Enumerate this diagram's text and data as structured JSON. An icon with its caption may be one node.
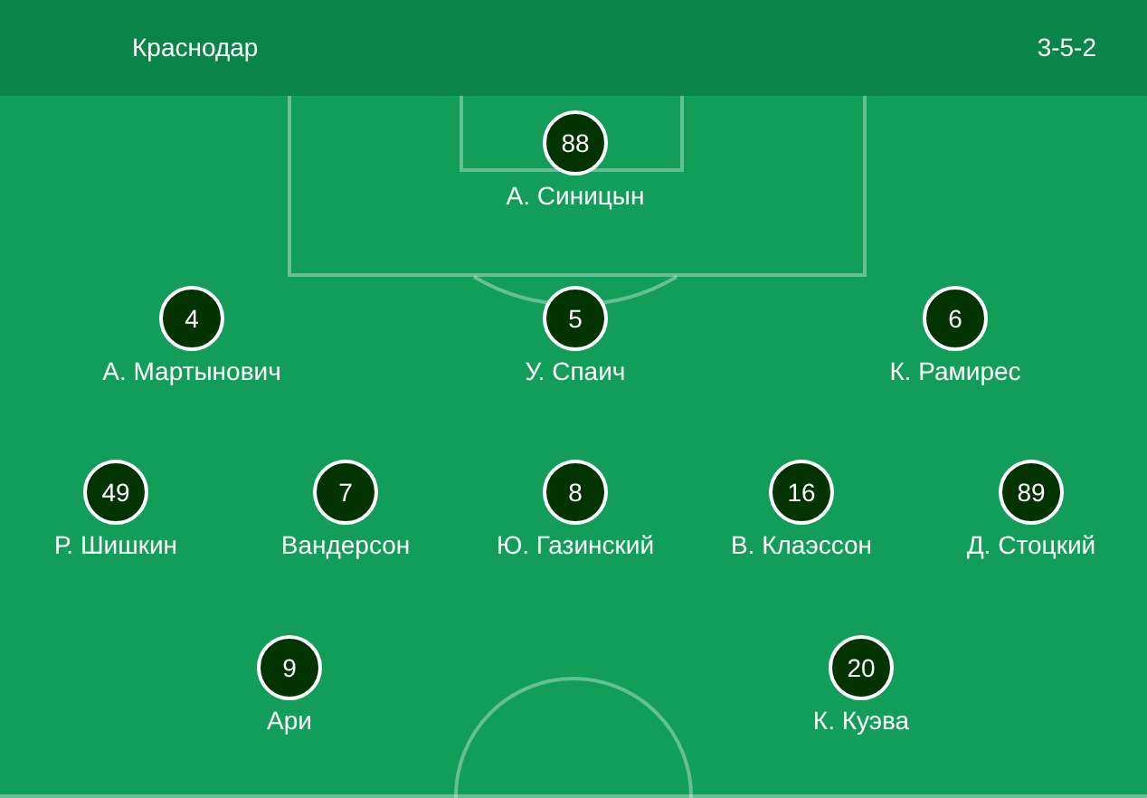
{
  "diagram": {
    "title": "Краснодар",
    "nodes": [
      {
        "text": [
          "88"
        ],
        "beside": [
          "А. Синицын"
        ]
      },
      {
        "text": [
          "4"
        ],
        "beside": [
          "А. Мартынович"
        ]
      },
      {
        "text": [
          "5"
        ],
        "beside": [
          "У. Спаич"
        ]
      },
      {
        "text": [
          "6"
        ],
        "beside": [
          "К. Рамирес"
        ]
      },
      {
        "text": [
          "49"
        ],
        "beside": [
          "Р. Шишкин"
        ]
      },
      {
        "text": [
          "7"
        ],
        "beside": [
          "Вандерсон"
        ]
      },
      {
        "text": [
          "8"
        ],
        "beside": [
          "Ю. Газинский"
        ]
      },
      {
        "text": [
          "16"
        ],
        "beside": [
          "В. Клаэссон"
        ]
      },
      {
        "text": [
          "89"
        ],
        "beside": [
          "Д. Стоцкий"
        ]
      },
      {
        "text": [
          "9"
        ],
        "beside": [
          "Ари"
        ]
      },
      {
        "text": [
          "20"
        ],
        "beside": [
          "К. Куэва"
        ]
      }
    ],
    "labels": [
      "3-5-2"
    ]
  }
}
